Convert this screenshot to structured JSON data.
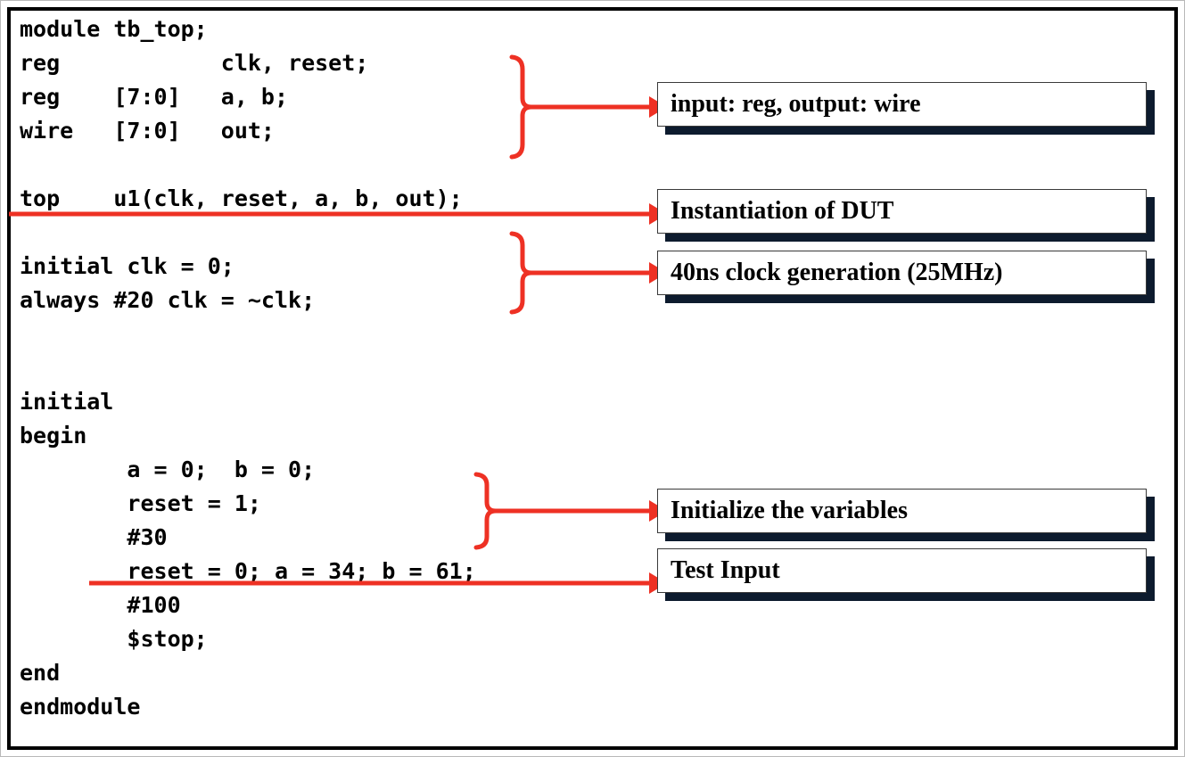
{
  "slide": {
    "title": "Verilog testbench tb_top annotated code slide",
    "accent_red": "#ee3124",
    "shadow_navy": "#0d1b2e",
    "frame_color": "#000000",
    "background": "#ffffff"
  },
  "code": {
    "language": "verilog",
    "lines": [
      "module tb_top;",
      "reg            clk, reset;",
      "reg    [7:0]   a, b;",
      "wire   [7:0]   out;",
      "",
      "top    u1(clk, reset, a, b, out);",
      "",
      "initial clk = 0;",
      "always #20 clk = ~clk;",
      "",
      "",
      "initial",
      "begin",
      "        a = 0;  b = 0;",
      "        reset = 1;",
      "        #30",
      "        reset = 0; a = 34; b = 61;",
      "        #100",
      "        $stop;",
      "end",
      "endmodule"
    ]
  },
  "callouts": [
    {
      "id": "declarations",
      "label": "input: reg, output: wire"
    },
    {
      "id": "instantiation",
      "label": "Instantiation of DUT"
    },
    {
      "id": "clock",
      "label": "40ns clock generation (25MHz)"
    },
    {
      "id": "initialize",
      "label": "Initialize the variables"
    },
    {
      "id": "test-input",
      "label": "Test Input"
    }
  ],
  "connectors": [
    {
      "id": "brace-declarations",
      "type": "brace-with-arrow",
      "target": "input: reg, output: wire"
    },
    {
      "id": "underline-instantiation",
      "type": "underline-with-arrow",
      "target": "Instantiation of DUT"
    },
    {
      "id": "brace-clock",
      "type": "brace-with-arrow",
      "target": "40ns clock generation (25MHz)"
    },
    {
      "id": "brace-initialize",
      "type": "brace-with-arrow",
      "target": "Initialize the variables"
    },
    {
      "id": "underline-test-input",
      "type": "underline-with-arrow",
      "target": "Test Input"
    }
  ]
}
